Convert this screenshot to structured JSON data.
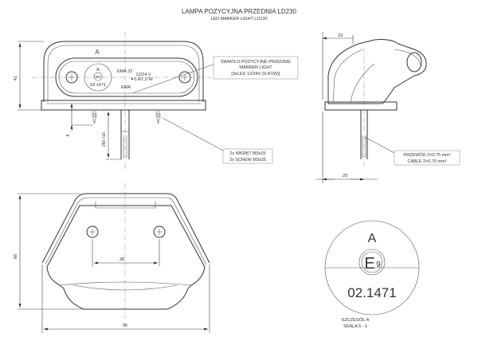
{
  "title": {
    "main": "LAMPA POZYCYJNA PRZEDNIA LD230",
    "sub": "LED MARKER LIGHT LD230"
  },
  "front_view": {
    "detail_marker": "A",
    "lens_text": {
      "mark": "A",
      "approval": "E9",
      "number": "02.1471",
      "ema32": "EMA 32",
      "ema": "EMA",
      "voltage": "12/24 V",
      "power": "0,4/1,0 W"
    },
    "dimensions": {
      "height": "41",
      "screw_offset": "8",
      "cable_length": "250 ±10"
    }
  },
  "callouts": {
    "light": [
      "ŚWIATŁO POZYCYJNE PRZEDNIE",
      "MARKER LIGHT",
      "[3xLED 12/24V (0,4/1W)]"
    ],
    "screws": [
      "2x WKRĘT M3x25",
      "2x SCREW M3x25"
    ],
    "cable": [
      "PRZEWÓD 2×0,75 mm²",
      "CABLE 2×0,75 mm²"
    ]
  },
  "side_view": {
    "dimensions": {
      "depth": "23",
      "cable_offset": "20"
    }
  },
  "bottom_view": {
    "dimensions": {
      "height": "66",
      "screw_spacing": "38",
      "width": "96"
    }
  },
  "detail": {
    "mark": "A",
    "approval_letter": "E",
    "approval_number": "9",
    "number": "02.1471",
    "caption": "SZCZEGÓŁ A",
    "scale": "SKALA 5 : 1"
  }
}
